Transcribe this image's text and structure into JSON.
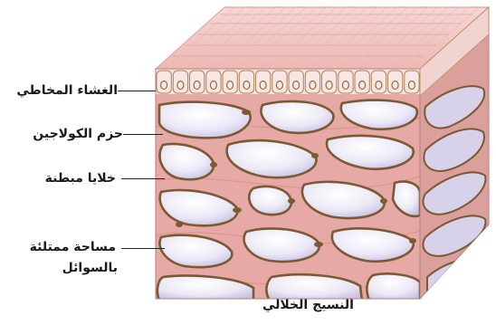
{
  "labels": {
    "mucosa": "الغشاء المخاطي",
    "collagen": "حزم الكولاجين",
    "lining_cells": "خلايا مبطنة",
    "fluid_space_line1": "مساحة ممتلئة",
    "fluid_space_line2": "بالسوائل",
    "tissue": "النسيج الخلالي"
  },
  "colors": {
    "mucosa_top": "#f2c7c4",
    "collagen": "#e9aaa6",
    "fluid_space": "#e9e6f6",
    "lining_cell_border": "#7a5a32",
    "side_face": "#d6cfe8"
  }
}
